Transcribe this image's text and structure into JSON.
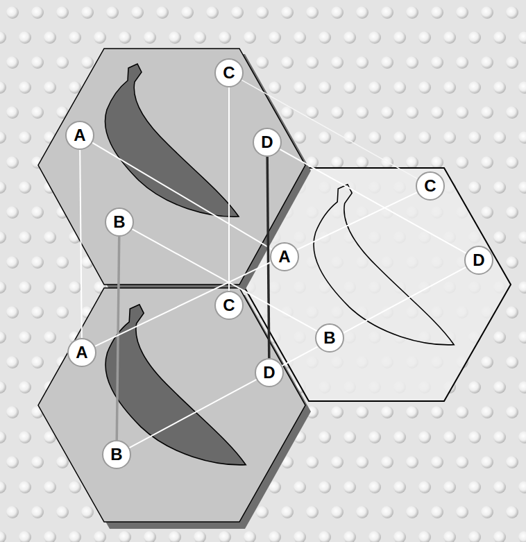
{
  "diagram": {
    "nodes": [
      {
        "text": [
          "C"
        ]
      },
      {
        "text": [
          "A"
        ]
      },
      {
        "text": [
          "D"
        ]
      },
      {
        "text": [
          "B"
        ]
      },
      {
        "text": [
          "C"
        ]
      },
      {
        "text": [
          "A"
        ]
      },
      {
        "text": [
          "D"
        ]
      },
      {
        "text": [
          "C"
        ]
      },
      {
        "text": [
          "B"
        ]
      },
      {
        "text": [
          "A"
        ]
      },
      {
        "text": [
          "D"
        ]
      },
      {
        "text": [
          "B"
        ]
      }
    ],
    "edges": [
      {
        "from": 0,
        "to": 7,
        "arrow": "none"
      },
      {
        "from": 0,
        "to": 4,
        "arrow": "none"
      },
      {
        "from": 1,
        "to": 9,
        "arrow": "none"
      },
      {
        "from": 1,
        "to": 5,
        "arrow": "none"
      },
      {
        "from": 2,
        "to": 10,
        "arrow": "none"
      },
      {
        "from": 2,
        "to": 6,
        "arrow": "none"
      },
      {
        "from": 3,
        "to": 11,
        "arrow": "none"
      },
      {
        "from": 3,
        "to": 8,
        "arrow": "none"
      },
      {
        "from": 9,
        "to": 4,
        "arrow": "none"
      },
      {
        "from": 11,
        "to": 6,
        "arrow": "none"
      }
    ]
  }
}
